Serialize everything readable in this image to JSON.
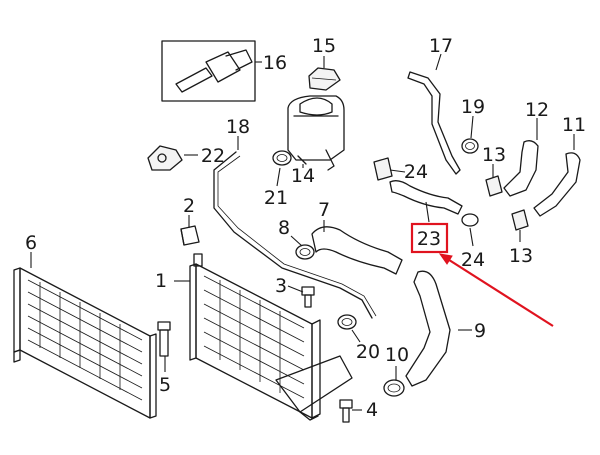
{
  "callouts": {
    "c1": "1",
    "c2": "2",
    "c3": "3",
    "c4": "4",
    "c5": "5",
    "c6": "6",
    "c7": "7",
    "c8": "8",
    "c9": "9",
    "c10": "10",
    "c11": "11",
    "c12": "12",
    "c13a": "13",
    "c13b": "13",
    "c14": "14",
    "c15": "15",
    "c16": "16",
    "c17": "17",
    "c18": "18",
    "c19": "19",
    "c20": "20",
    "c21": "21",
    "c22": "22",
    "c23": "23",
    "c24a": "24",
    "c24b": "24"
  },
  "colors": {
    "line": "#1a1a1a",
    "highlight": "#e0131f"
  }
}
